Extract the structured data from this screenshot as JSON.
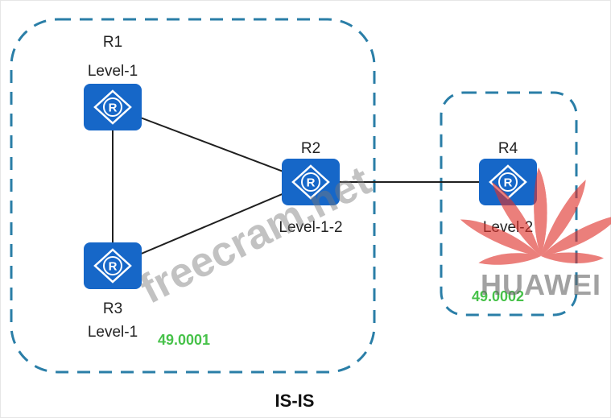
{
  "diagram": {
    "protocol_label": "IS-IS",
    "areas": [
      {
        "id": "area-49-0001",
        "label": "49.0001"
      },
      {
        "id": "area-49-0002",
        "label": "49.0002"
      }
    ],
    "routers": [
      {
        "id": "r1",
        "name": "R1",
        "level": "Level-1",
        "icon": "router-icon",
        "glyph": "R"
      },
      {
        "id": "r2",
        "name": "R2",
        "level": "Level-1-2",
        "icon": "router-icon",
        "glyph": "R"
      },
      {
        "id": "r3",
        "name": "R3",
        "level": "Level-1",
        "icon": "router-icon",
        "glyph": "R"
      },
      {
        "id": "r4",
        "name": "R4",
        "level": "Level-2",
        "icon": "router-icon",
        "glyph": "R"
      }
    ],
    "links": [
      {
        "from": "R1",
        "to": "R2"
      },
      {
        "from": "R1",
        "to": "R3"
      },
      {
        "from": "R3",
        "to": "R2"
      },
      {
        "from": "R2",
        "to": "R4"
      }
    ]
  },
  "watermark": {
    "text": "freecram.net",
    "logo": "huawei-logo-icon",
    "brand": "HUAWEI"
  },
  "colors": {
    "router_fill": "#1667c8",
    "router_glyph": "#ffffff",
    "area_border": "#2a7ea7",
    "area_label": "#47c24a",
    "link": "#1f1f1f",
    "logo_red": "#e0312b"
  }
}
